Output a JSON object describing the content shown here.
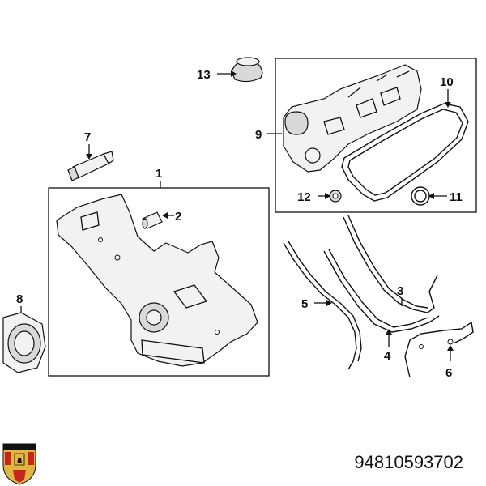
{
  "callouts": {
    "c1": "1",
    "c2": "2",
    "c3": "3",
    "c4": "4",
    "c5": "5",
    "c6": "6",
    "c7": "7",
    "c8": "8",
    "c9": "9",
    "c10": "10",
    "c11": "11",
    "c12": "12",
    "c13": "13"
  },
  "part_number": "94810593702",
  "logo": {
    "name": "porsche-crest",
    "colors": {
      "gold": "#e2b540",
      "red": "#c8241f",
      "black": "#111111"
    }
  }
}
